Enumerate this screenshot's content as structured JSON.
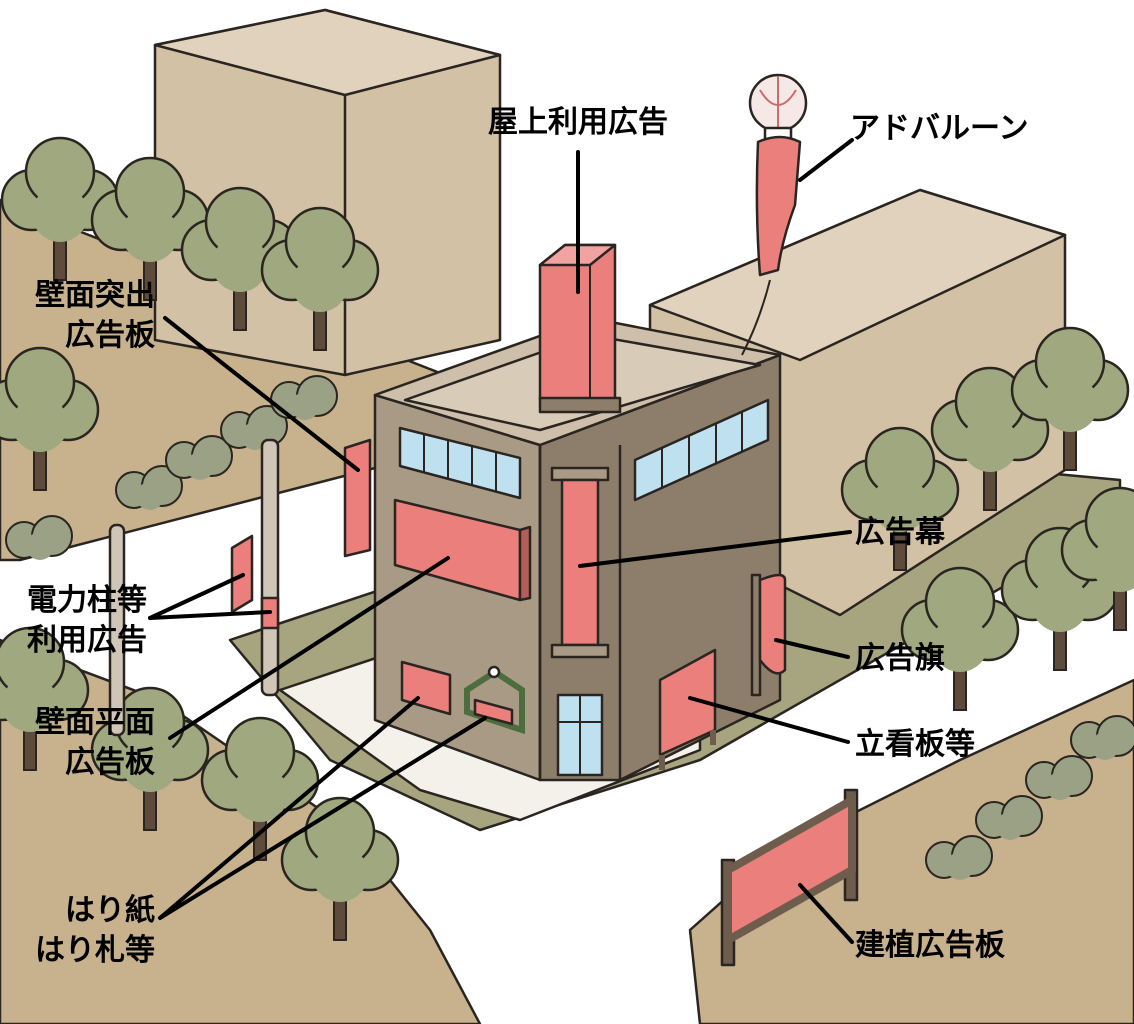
{
  "colors": {
    "ad": "#ea7f7c",
    "building_front": "#a89a84",
    "building_side": "#8c7e6a",
    "roof": "#cdbfaa",
    "back_building": "#d3c1a6",
    "ground": "#c7b28d",
    "lawn": "#a7a57f",
    "tree": "#9fa87e",
    "trunk": "#5e4b3c",
    "window": "#bfe1ef"
  },
  "labels": {
    "rooftop": "屋上利用広告",
    "balloon": "アドバルーン",
    "projecting_1": "壁面突出",
    "projecting_2": "広告板",
    "pole_1": "電力柱等",
    "pole_2": "利用広告",
    "wall_flat_1": "壁面平面",
    "wall_flat_2": "広告板",
    "curtain": "広告幕",
    "flag": "広告旗",
    "standing": "立看板等",
    "posters_1": "はり紙",
    "posters_2": "はり札等",
    "billboard": "建植広告板"
  }
}
